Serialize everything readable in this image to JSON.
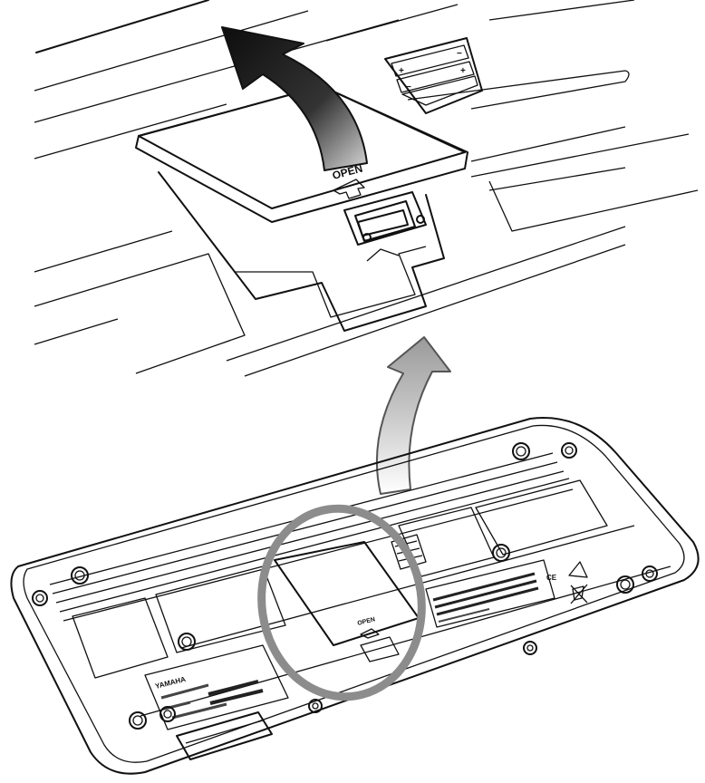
{
  "illustration": {
    "cover_label_top": "OPEN",
    "cover_label_bottom": "OPEN",
    "brand_label": "YAMAHA",
    "colors": {
      "line": "#111111",
      "cover_top": "#a9a9a9",
      "cover_side": "#7a7a7a",
      "highlight_ring": "#8c8c8c",
      "arrow_dark": "#1a1a1a",
      "arrow_light": "#9a9a9a",
      "background": "#ffffff"
    },
    "icons": [
      "battery-polarity-icon",
      "ce-mark-icon",
      "recycle-bin-icon",
      "warning-triangle-icon",
      "screw-icon"
    ]
  }
}
